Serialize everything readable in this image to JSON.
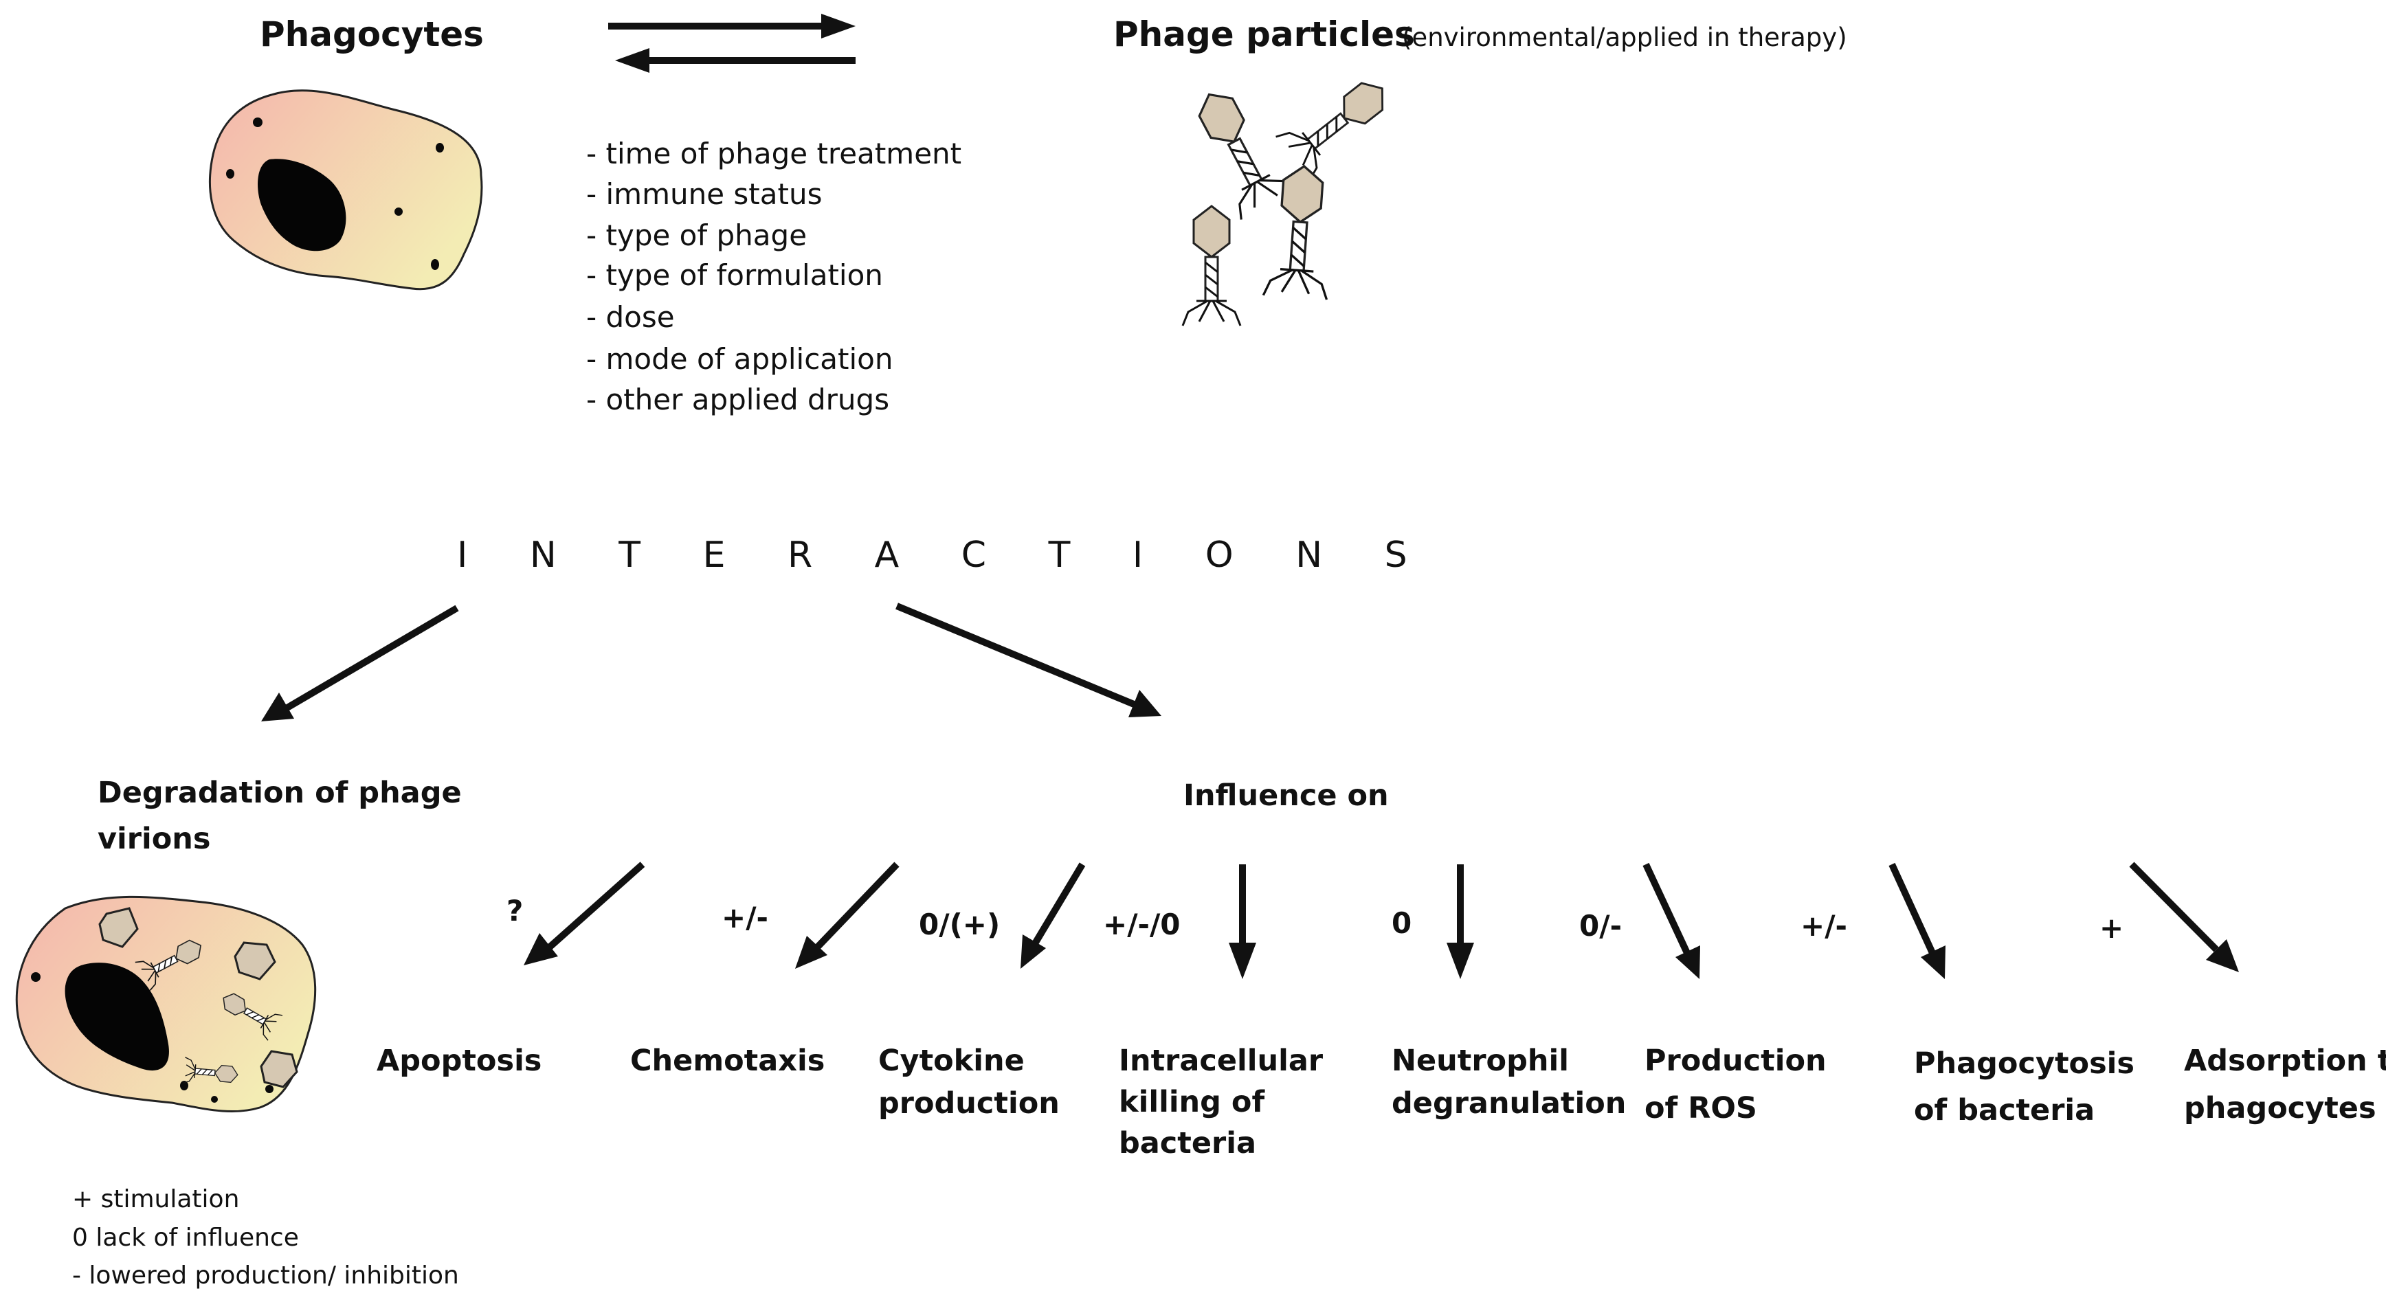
{
  "header": {
    "left_title": "Phagocytes",
    "right_title": "Phage particles",
    "right_subtitle": "(environmental/applied in therapy)"
  },
  "factors": [
    "- time of phage treatment",
    "- immune status",
    "- type of phage",
    "- type of formulation",
    "- dose",
    "-  mode of application",
    "- other applied drugs"
  ],
  "interactions_label": "I N T E R A C T I O N S",
  "degradation": {
    "line1": "Degradation of phage",
    "line2": "virions"
  },
  "influence_label": "Influence on",
  "effects": [
    {
      "sign": "?",
      "lines": [
        "Apoptosis"
      ]
    },
    {
      "sign": "+/-",
      "lines": [
        "Chemotaxis"
      ]
    },
    {
      "sign": "0/(+)",
      "lines": [
        "Cytokine",
        "production"
      ]
    },
    {
      "sign": "+/-/0",
      "lines": [
        "Intracellular",
        "killing of",
        "bacteria"
      ]
    },
    {
      "sign": "0",
      "lines": [
        "Neutrophil",
        "degranulation"
      ]
    },
    {
      "sign": "0/-",
      "lines": [
        "Production",
        "of ROS"
      ]
    },
    {
      "sign": "+/-",
      "lines": [
        "Phagocytosis",
        "of bacteria"
      ]
    },
    {
      "sign": "+",
      "lines": [
        "Adsorption to",
        "phagocytes"
      ]
    }
  ],
  "legend": [
    "+  stimulation",
    "0   lack of influence",
    "-  lowered production/ inhibition"
  ],
  "colors": {
    "ink": "#111111",
    "cell_pink": "#f4b6ac",
    "cell_yellow": "#f3ecb4",
    "phage_head": "#d6c8b2"
  },
  "icons": [
    "phagocyte-cell-icon",
    "phage-particle-icon",
    "phagocyte-with-phages-icon"
  ]
}
